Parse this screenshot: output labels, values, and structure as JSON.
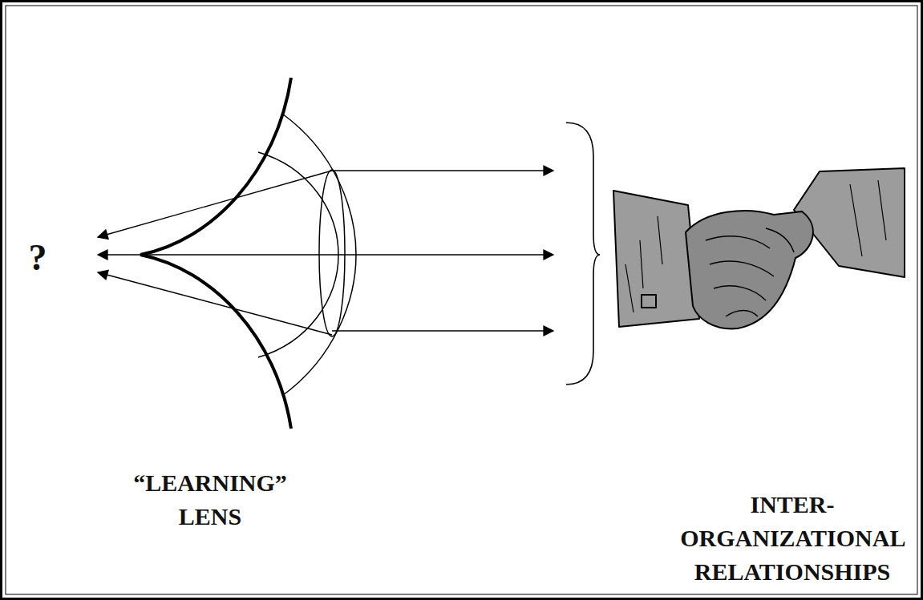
{
  "diagram": {
    "labels": [
      "?",
      "“LEARNING” LENS",
      "INTER- ORGANIZATIONAL RELATIONSHIPS"
    ]
  }
}
